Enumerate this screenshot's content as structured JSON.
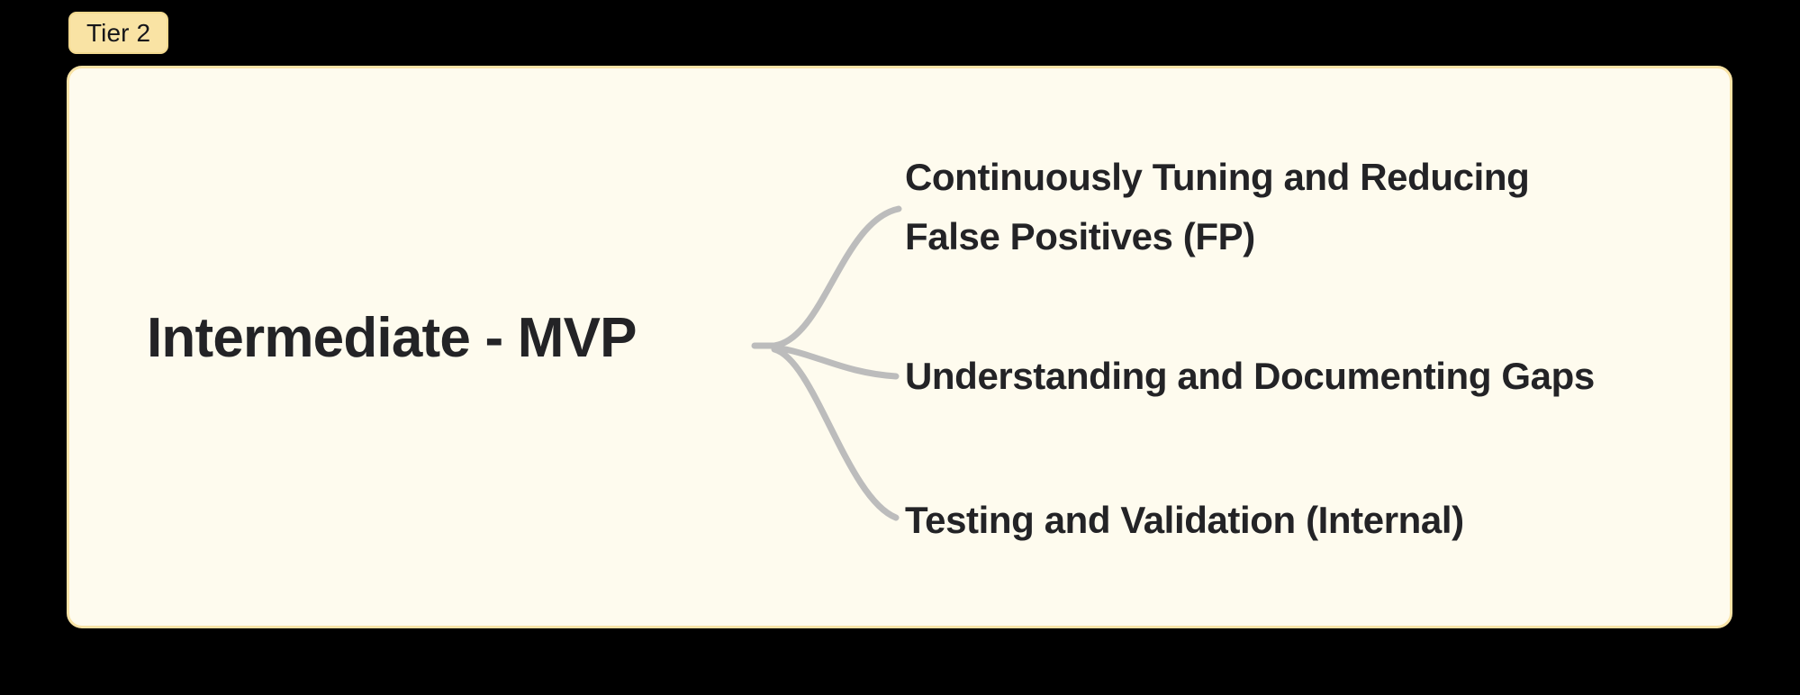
{
  "badge": {
    "label": "Tier 2"
  },
  "card": {
    "background_color": "#fefbee",
    "border_color": "#f8e3a6"
  },
  "page": {
    "background_color": "#000000"
  },
  "mindmap": {
    "root": {
      "label": "Intermediate - MVP"
    },
    "connector_color": "#bcbcbc",
    "branches": [
      {
        "label": "Continuously Tuning and Reducing False Positives (FP)"
      },
      {
        "label": "Understanding and Documenting Gaps"
      },
      {
        "label": "Testing and Validation (Internal)"
      }
    ]
  }
}
